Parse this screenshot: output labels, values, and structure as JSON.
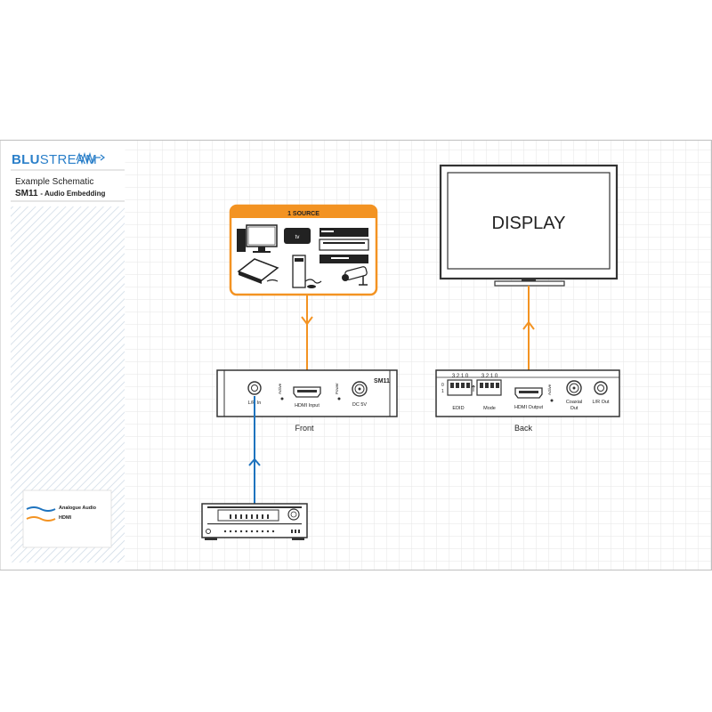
{
  "brand": {
    "name": "BLUSTREAM",
    "part1": "BLU",
    "part2": "STREAM"
  },
  "header": {
    "line1": "Example Schematic",
    "model": "SM11",
    "subtitle": "- Audio Embedding"
  },
  "legend": [
    {
      "label": "Analogue Audio",
      "color": "#1e73be"
    },
    {
      "label": "HDMI",
      "color": "#f39322"
    }
  ],
  "source_box": {
    "title": "1 SOURCE"
  },
  "display": {
    "label": "DISPLAY"
  },
  "front_unit": {
    "model": "SM11",
    "caption": "Front",
    "ports": {
      "lr_in": "L/R In",
      "active": "Active",
      "hdmi_input": "HDMI Input",
      "power": "Power",
      "dc": "DC 5V"
    }
  },
  "back_unit": {
    "caption": "Back",
    "dip_numbers": "3 2 1 0",
    "dip_states": [
      "0",
      "1"
    ],
    "ports": {
      "edid": "EDID",
      "mode": "Mode",
      "hdmi_output": "HDMI Output",
      "active": "Active",
      "coaxial_out_1": "Coaxial",
      "coaxial_out_2": "Out",
      "lr_out": "L/R Out"
    }
  },
  "colors": {
    "analogue": "#1e73be",
    "hdmi": "#f39322",
    "brand_blue": "#2a7fc9",
    "grid": "#e6e6e6",
    "frame": "#bfbfbf"
  }
}
